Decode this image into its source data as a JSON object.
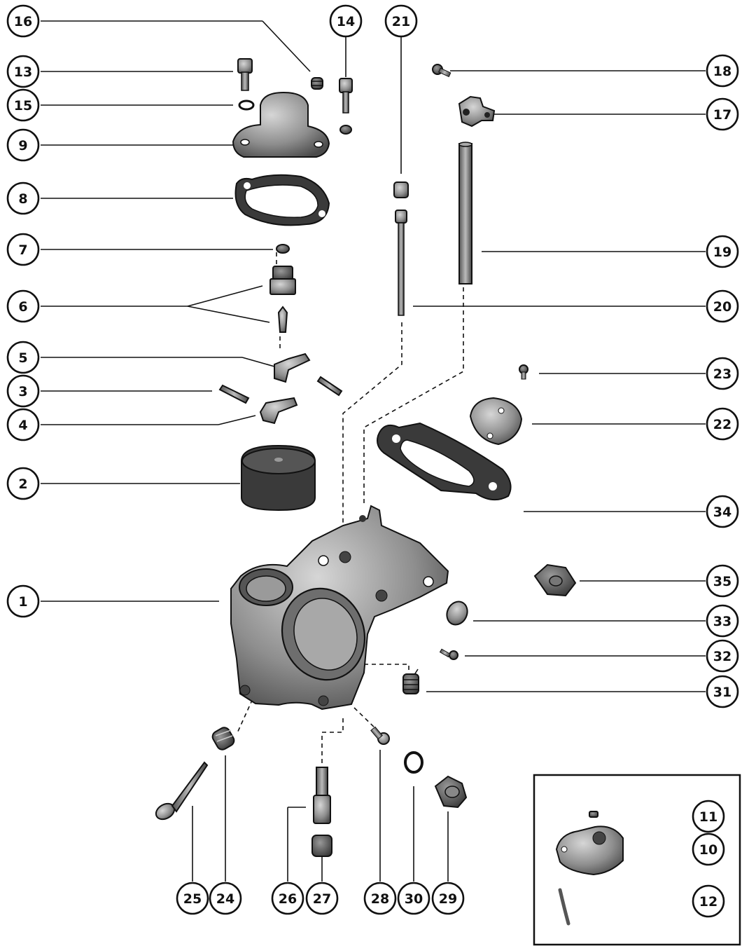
{
  "figure": {
    "kind": "exploded-parts-diagram",
    "subject": "carburetor",
    "palette": {
      "ink": "#111111",
      "part_dark": "#555555",
      "part_mid": "#8a8a8a",
      "part_light": "#bdbdbd",
      "paper": "#ffffff"
    }
  },
  "callouts": [
    {
      "id": "c1",
      "label": "1"
    },
    {
      "id": "c2",
      "label": "2"
    },
    {
      "id": "c3",
      "label": "3"
    },
    {
      "id": "c4",
      "label": "4"
    },
    {
      "id": "c5",
      "label": "5"
    },
    {
      "id": "c6",
      "label": "6"
    },
    {
      "id": "c7",
      "label": "7"
    },
    {
      "id": "c8",
      "label": "8"
    },
    {
      "id": "c9",
      "label": "9"
    },
    {
      "id": "c10",
      "label": "10"
    },
    {
      "id": "c11",
      "label": "11"
    },
    {
      "id": "c12",
      "label": "12"
    },
    {
      "id": "c13",
      "label": "13"
    },
    {
      "id": "c14",
      "label": "14"
    },
    {
      "id": "c15",
      "label": "15"
    },
    {
      "id": "c16",
      "label": "16"
    },
    {
      "id": "c17",
      "label": "17"
    },
    {
      "id": "c18",
      "label": "18"
    },
    {
      "id": "c19",
      "label": "19"
    },
    {
      "id": "c20",
      "label": "20"
    },
    {
      "id": "c21",
      "label": "21"
    },
    {
      "id": "c22",
      "label": "22"
    },
    {
      "id": "c23",
      "label": "23"
    },
    {
      "id": "c24",
      "label": "24"
    },
    {
      "id": "c25",
      "label": "25"
    },
    {
      "id": "c26",
      "label": "26"
    },
    {
      "id": "c27",
      "label": "27"
    },
    {
      "id": "c28",
      "label": "28"
    },
    {
      "id": "c29",
      "label": "29"
    },
    {
      "id": "c30",
      "label": "30"
    },
    {
      "id": "c31",
      "label": "31"
    },
    {
      "id": "c32",
      "label": "32"
    },
    {
      "id": "c33",
      "label": "33"
    },
    {
      "id": "c34",
      "label": "34"
    },
    {
      "id": "c35",
      "label": "35"
    }
  ]
}
